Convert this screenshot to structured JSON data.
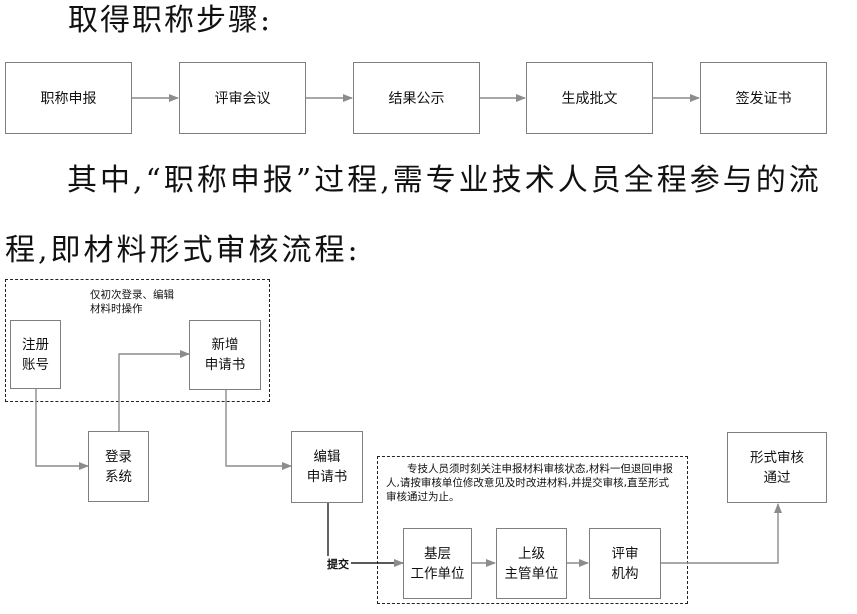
{
  "heading": "取得职称步骤:",
  "steps": [
    "职称申报",
    "评审会议",
    "结果公示",
    "生成批文",
    "签发证书"
  ],
  "paragraph": {
    "line1": "其中,“职称申报”过程,需专业技术人员全程参与的流",
    "line2": "程,即材料形式审核流程:"
  },
  "flow": {
    "register": [
      "注册",
      "账号"
    ],
    "new_app": [
      "新增",
      "申请书"
    ],
    "login": [
      "登录",
      "系统"
    ],
    "edit_app": [
      "编辑",
      "申请书"
    ],
    "base": [
      "基层",
      "工作单位"
    ],
    "upper": [
      "上级",
      "主管单位"
    ],
    "review_org": [
      "评审",
      "机构"
    ],
    "passed": [
      "形式审核",
      "通过"
    ],
    "submit_label": "提交",
    "note_first": "仅初次登录、编辑材料时操作",
    "note_review": "专技人员须时刻关注申报材料审核状态,材料一但退回申报人,请按审核单位修改意见及时改进材料,并提交审核,直至形式审核通过为止。"
  }
}
